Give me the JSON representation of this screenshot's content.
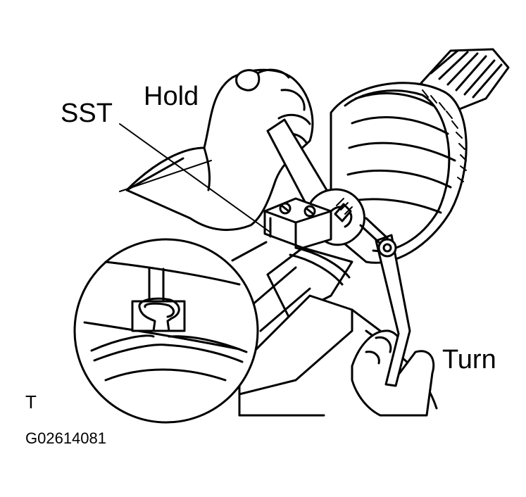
{
  "labels": {
    "sst": "SST",
    "hold": "Hold",
    "turn": "Turn",
    "corner_mark": "T",
    "figure_code": "G02614081"
  },
  "colors": {
    "ink": "#000000",
    "paper": "#ffffff"
  },
  "icons": {
    "wrench": "wrench-icon",
    "boot_clamp_tool": "sst-tool-icon"
  }
}
